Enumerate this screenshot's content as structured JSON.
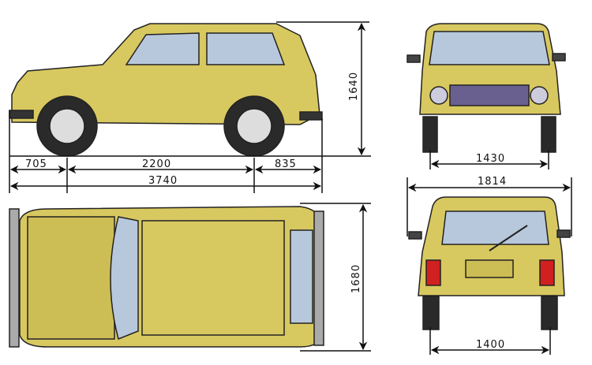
{
  "colors": {
    "body": "#d8c860",
    "body_shade": "#b8a640",
    "glass": "#b8c8dc",
    "outline": "#222222",
    "tire": "#2a2a2a",
    "taillight": "#d02020"
  },
  "dimensions": {
    "front_overhang": "705",
    "wheelbase": "2200",
    "rear_overhang": "835",
    "overall_length": "3740",
    "height": "1640",
    "front_track": "1430",
    "overall_width": "1814",
    "body_width": "1680",
    "rear_track": "1400"
  }
}
